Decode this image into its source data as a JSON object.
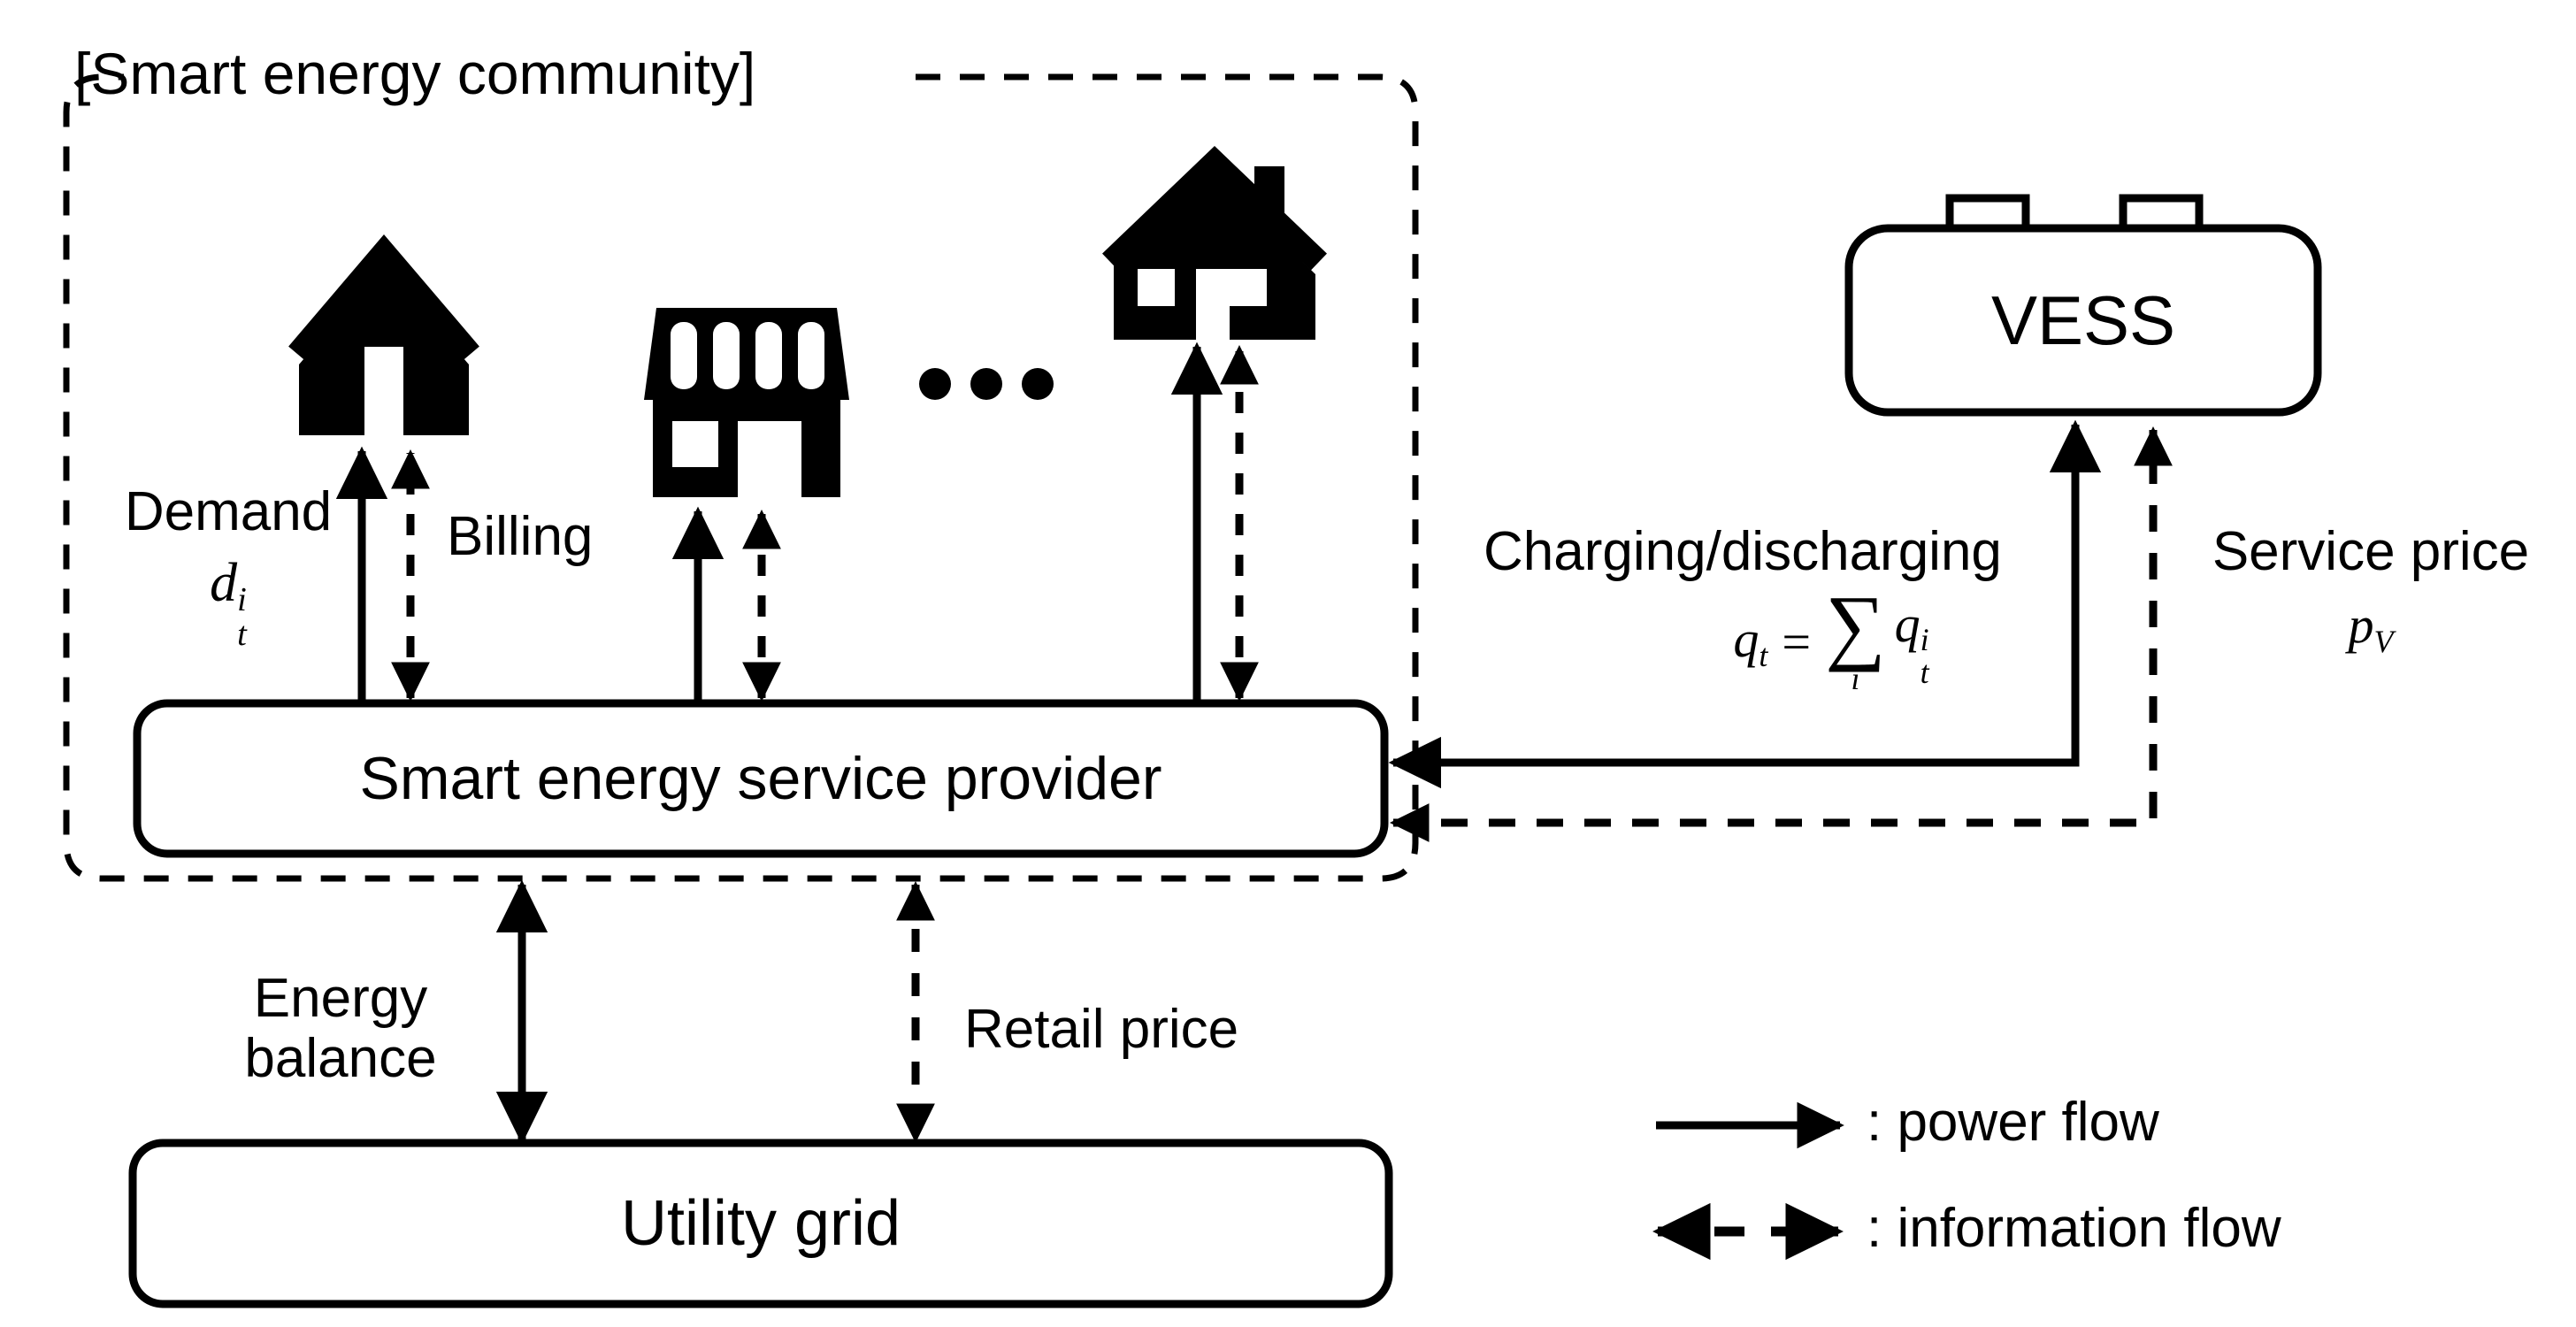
{
  "diagram": {
    "title": "[Smart energy community]",
    "nodes": {
      "provider": {
        "label": "Smart energy service provider"
      },
      "utility": {
        "label": "Utility grid"
      },
      "vess": {
        "label": "VESS"
      }
    },
    "consumer_icons": [
      {
        "name": "house-icon"
      },
      {
        "name": "store-icon"
      },
      {
        "name": "ellipsis-icon"
      },
      {
        "name": "house-chimney-icon"
      }
    ],
    "edge_labels": {
      "demand": "Demand",
      "demand_symbol": {
        "base": "d",
        "sub": "t",
        "sup": "i"
      },
      "billing": "Billing",
      "energy_balance_line1": "Energy",
      "energy_balance_line2": "balance",
      "retail_price": "Retail price",
      "charging_discharging": "Charging/discharging",
      "charging_formula": {
        "lhs_base": "q",
        "lhs_sub": "t",
        "equals": "=",
        "sum_symbol": "∑",
        "sum_index": "i",
        "rhs_base": "q",
        "rhs_sub": "t",
        "rhs_sup": "i"
      },
      "service_price": "Service price",
      "service_price_symbol": {
        "base": "p",
        "sub": "V"
      }
    },
    "legend": {
      "items": [
        {
          "icon": "solid-arrow-icon",
          "label": ": power flow"
        },
        {
          "icon": "dashed-double-arrow-icon",
          "label": ": information flow"
        }
      ]
    },
    "colors": {
      "stroke": "#000000",
      "fill": "#ffffff",
      "background": "#ffffff"
    }
  }
}
